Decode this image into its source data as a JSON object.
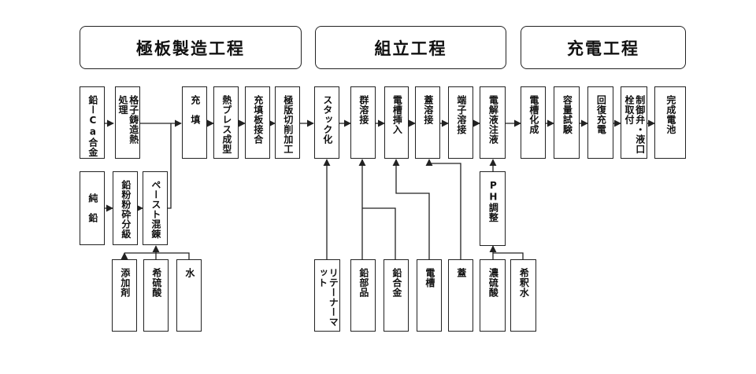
{
  "phases": {
    "plate": "極板製造工程",
    "assembly": "組立工程",
    "charge": "充電工程"
  },
  "steps": {
    "lead_ca_alloy": "鉛ーCa合金",
    "grid_casting": "格子鋳造熱\n処理",
    "pure_lead": "純　鉛",
    "lead_powder": "鉛粉粉砕分級",
    "paste_mixing": "ペースト混錬",
    "additive": "添加剤",
    "dilute_sulfuric": "希硫酸",
    "water": "水",
    "filling": "充　填",
    "hot_press": "熱プレス成型",
    "filled_joining": "充填板接合",
    "plate_cutting": "極版切削加工",
    "stacking": "スタック化",
    "group_welding": "群溶接",
    "case_insertion": "電槽挿入",
    "lid_welding": "蓋溶接",
    "terminal_welding": "端子溶接",
    "electrolyte_injection": "電解液注液",
    "retainer_mat": "リテーナーマ\nット",
    "lead_parts": "鉛部品",
    "lead_alloy": "鉛合金",
    "container": "電槽",
    "lid": "蓋",
    "ph_adjust": "PH調整",
    "conc_sulfuric": "濃硫酸",
    "dilute_water": "希釈水",
    "formation": "電槽化成",
    "capacity_test": "容量試験",
    "recovery_charge": "回復充電",
    "valve_plug": "制御弁・液口\n栓取付",
    "finished_battery": "完成電池"
  },
  "colors": {
    "line": "#222222",
    "background": "#ffffff"
  }
}
